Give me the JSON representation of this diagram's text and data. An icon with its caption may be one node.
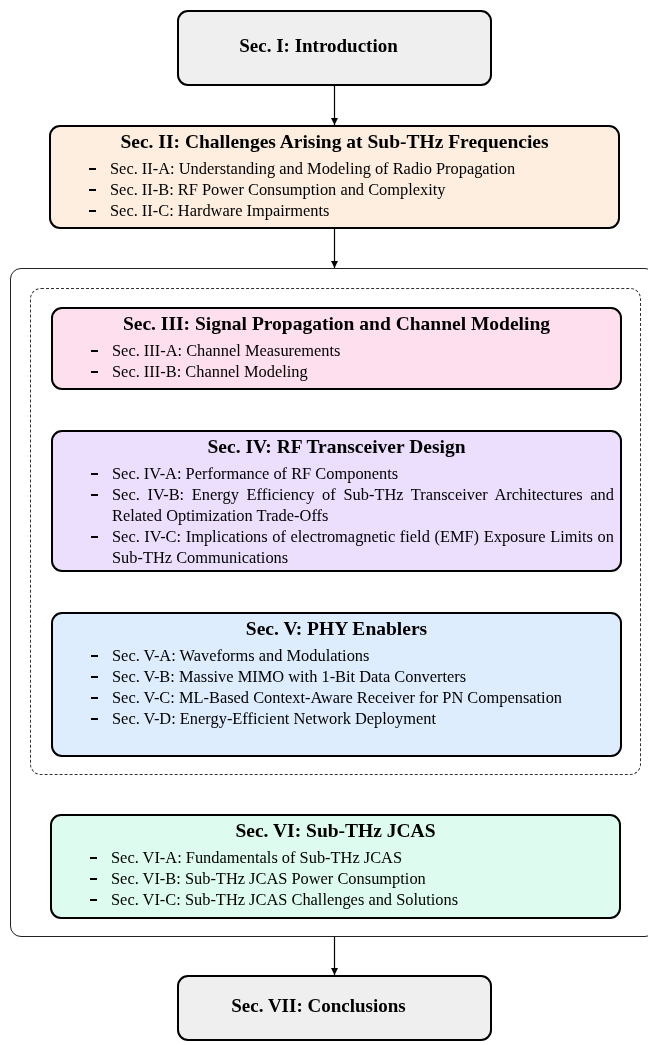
{
  "diagram": {
    "nodes": [
      {
        "text": [
          "Sec. I: Introduction"
        ]
      },
      {
        "text": [
          "Sec. II: Challenges Arising at Sub-THz Frequencies",
          "Sec. II-A: Understanding and Modeling of Radio Propagation",
          "Sec. II-B: RF Power Consumption and Complexity",
          "Sec. II-C: Hardware Impairments"
        ]
      },
      {
        "text": [],
        "shape": "box"
      },
      {
        "text": [],
        "shape": "box",
        "in": 2
      },
      {
        "text": [
          "Sec. III: Signal Propagation and Channel Modeling",
          "Sec. III-A: Channel Measurements",
          "Sec. III-B: Channel Modeling"
        ],
        "in": 3
      },
      {
        "text": [
          "Sec. IV: RF Transceiver Design",
          "Sec. IV-A: Performance of RF Components",
          "Sec. IV-B: Energy Efficiency of Sub-THz Transceiver Architectures and Related Optimization Trade-Offs",
          "Sec. IV-C: Implications of electromagnetic field (EMF) Exposure Limits on Sub-THz Communications"
        ],
        "in": 3
      },
      {
        "text": [
          "Sec. V: PHY Enablers",
          "Sec. V-A: Waveforms and Modulations",
          "Sec. V-B: Massive MIMO with 1-Bit Data Converters",
          "Sec. V-C: ML-Based Context-Aware Receiver for PN Compensation",
          "Sec. V-D: Energy-Efficient Network Deployment"
        ],
        "in": 3
      },
      {
        "text": [
          "Sec. VI: Sub-THz JCAS",
          "Sec. VI-A: Fundamentals of Sub-THz JCAS",
          "Sec. VI-B: Sub-THz JCAS Power Consumption",
          "Sec. VI-C: Sub-THz JCAS Challenges and Solutions"
        ],
        "in": 2
      },
      {
        "text": [
          "Sec. VII: Conclusions"
        ]
      }
    ],
    "edges": [
      {
        "from": 0,
        "to": 1,
        "arrow": "to"
      },
      {
        "from": 1,
        "to": 2,
        "arrow": "to"
      },
      {
        "from": 2,
        "to": 8,
        "arrow": "to"
      }
    ]
  }
}
